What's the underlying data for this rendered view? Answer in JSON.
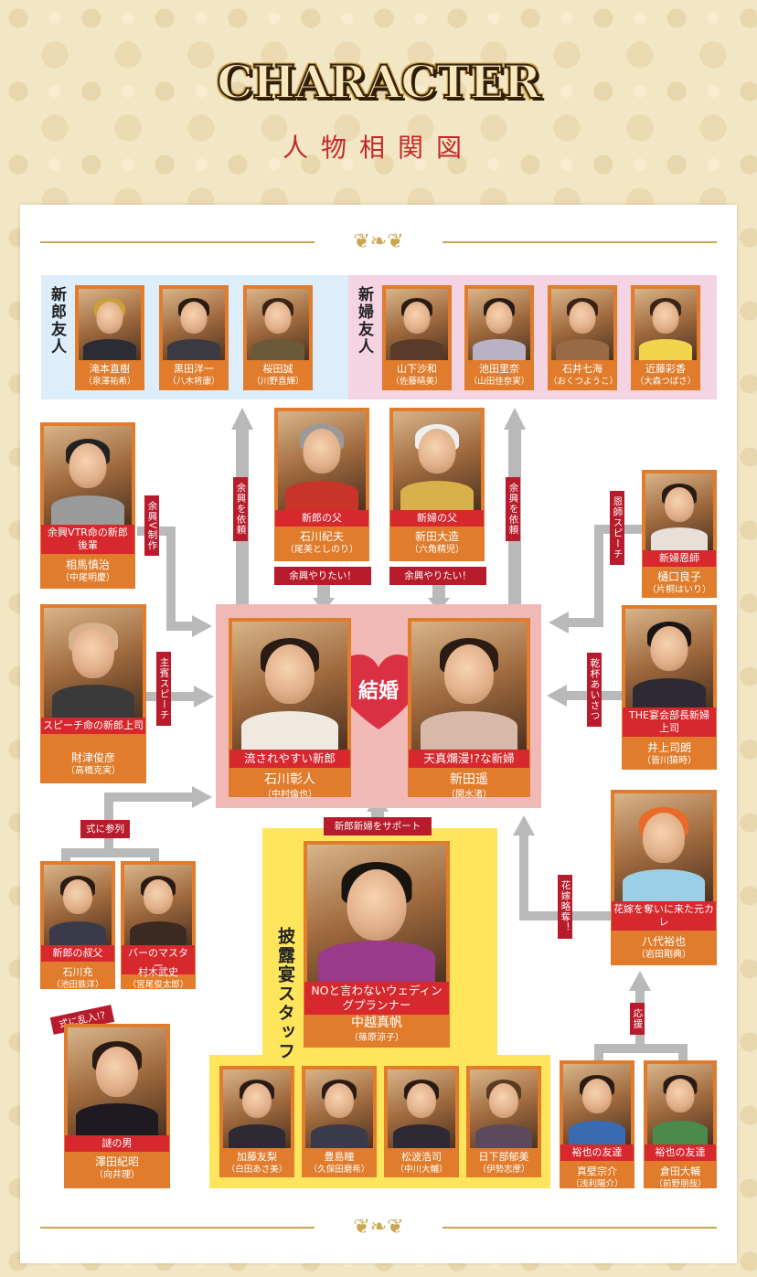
{
  "header": {
    "title": "CHARACTER",
    "subtitle": "人物相関図"
  },
  "groups": {
    "groom_friends": "新郎友人",
    "bride_friends": "新婦友人",
    "staff": "披露宴スタッフ"
  },
  "center": {
    "marriage": "結婚"
  },
  "groom_friends": [
    {
      "name": "滝本直樹",
      "actor": "（泉澤祐希）"
    },
    {
      "name": "黒田洋一",
      "actor": "（八木将康）"
    },
    {
      "name": "桜田誠",
      "actor": "（川野直輝）"
    }
  ],
  "bride_friends": [
    {
      "name": "山下沙和",
      "actor": "（佐藤晴美）"
    },
    {
      "name": "池田里奈",
      "actor": "（山田佳奈実）"
    },
    {
      "name": "石井七海",
      "actor": "（おくつようこ）"
    },
    {
      "name": "近藤彩香",
      "actor": "（大森つばさ）"
    }
  ],
  "fathers": [
    {
      "role": "新郎の父",
      "name": "石川紀夫",
      "actor": "（尾美としのり）",
      "note": "余興やりたい！"
    },
    {
      "name_role": "新婦の父",
      "name": "新田大造",
      "actor": "（六角精児）",
      "note": "余興やりたい！"
    }
  ],
  "left_people": [
    {
      "role": "余興VTR命の新郎後輩",
      "name": "相馬慎治",
      "actor": "（中尾明慶）"
    },
    {
      "role": "スピーチ命の新郎上司",
      "name": "財津俊彦",
      "actor": "（高橋克実）"
    }
  ],
  "right_people": [
    {
      "role": "新婦恩師",
      "name": "樋口良子",
      "actor": "（片桐はいり）"
    },
    {
      "role": "THE宴会部長新婦上司",
      "name": "井上司朗",
      "actor": "（皆川猿時）"
    },
    {
      "role": "花嫁を奪いに来た元カレ",
      "name": "八代裕也",
      "actor": "（岩田剛典）"
    }
  ],
  "couple": [
    {
      "role": "流されやすい新郎",
      "name": "石川彰人",
      "actor": "（中村倫也）"
    },
    {
      "role": "天真爛漫!?な新婦",
      "name": "新田遥",
      "actor": "（関水渚）"
    }
  ],
  "relatives": [
    {
      "role": "新郎の叔父",
      "name": "石川充",
      "actor": "（池田鉄洋）"
    },
    {
      "role": "バーのマスター",
      "name": "村木武史",
      "actor": "（宮尾俊太郎）"
    }
  ],
  "mystery": {
    "role": "謎の男",
    "name": "澤田紀昭",
    "actor": "（向井理）",
    "ribbon": "式に乱入!?"
  },
  "planner": {
    "role": "NOと言わないウェディングプランナー",
    "name": "中越真帆",
    "actor": "（篠原涼子）",
    "note": "新郎新婦をサポート"
  },
  "staff": [
    {
      "name": "加藤友梨",
      "actor": "（白田あさ美）"
    },
    {
      "name": "豊島瞳",
      "actor": "（久保田磨希）"
    },
    {
      "name": "松波浩司",
      "actor": "（中川大輔）"
    },
    {
      "name": "日下部郁美",
      "actor": "（伊勢志摩）"
    }
  ],
  "yuya_friends": [
    {
      "role": "裕也の友達",
      "name": "真壁宗介",
      "actor": "（浅利陽介）"
    },
    {
      "role": "裕也の友達",
      "name": "倉田大輔",
      "actor": "（前野朋哉）"
    }
  ],
  "badges": {
    "yokyo_v": "余興V制作",
    "shuhin": "主賓スピーチ",
    "shiki": "式に参列",
    "irai_left": "余興を依頼",
    "irai_right": "余興を依頼",
    "onshi_speech": "恩師スピーチ",
    "kanpai": "乾杯あいさつ",
    "ryakudatsu": "花嫁略奪！",
    "ouen": "応援"
  },
  "colors": {
    "card": "#e07c2b",
    "role_band": "#d6282d",
    "badge": "#b81b2b",
    "groom_box": "#dceefb",
    "bride_box": "#f4d3e3",
    "center_box": "#f0b9b6",
    "staff_box": "#ffe55c"
  }
}
